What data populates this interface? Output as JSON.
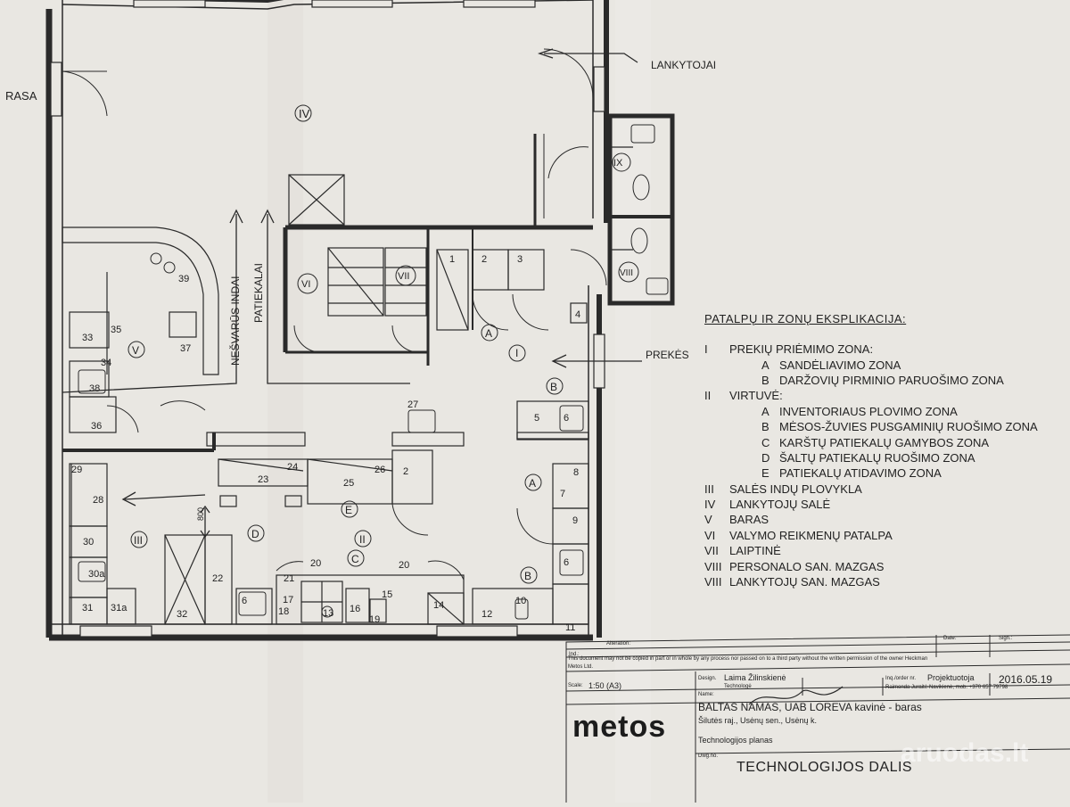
{
  "rooms": {
    "r4": "IV",
    "r5": "V",
    "r6": "VI",
    "r7": "VII",
    "r8": "VIII",
    "r9": "IX",
    "r1": "I",
    "r2": "II",
    "r3": "III"
  },
  "zones": {
    "A1": "A",
    "A2": "A",
    "B1": "B",
    "B2": "B",
    "C": "C",
    "D": "D",
    "E": "E"
  },
  "labels": {
    "rasa": "RASA",
    "lankytojai": "LANKYTOJAI",
    "prekes": "PREKĖS",
    "nesvarus_indai": "NEŠVARŪS INDAI",
    "patiekalai": "PATIEKALAI",
    "dim_800": "800"
  },
  "equipment": {
    "e1": "1",
    "e2": "2",
    "e3": "3",
    "e4": "4",
    "e5": "5",
    "e6a": "6",
    "e6b": "6",
    "e6c": "6",
    "e7": "7",
    "e8": "8",
    "e9": "9",
    "e10": "10",
    "e11": "11",
    "e12": "12",
    "e13": "13",
    "e14": "14",
    "e15": "15",
    "e16": "16",
    "e17": "17",
    "e18": "18",
    "e19": "19",
    "e20a": "20",
    "e20b": "20",
    "e21": "21",
    "e22": "22",
    "e23": "23",
    "e24": "24",
    "e25": "25",
    "e26": "26",
    "e27": "27",
    "e28": "28",
    "e29": "29",
    "e30": "30",
    "e30a": "30a",
    "e31": "31",
    "e31a": "31a",
    "e32": "32",
    "e33": "33",
    "e34": "34",
    "e35": "35",
    "e36": "36",
    "e37": "37",
    "e38": "38",
    "e39": "39",
    "e2b": "2"
  },
  "legend": {
    "title": "PATALPŲ IR ZONŲ EKSPLIKACIJA:",
    "rows": [
      {
        "num": "I",
        "sub": "",
        "text": "PREKIŲ PRIĖMIMO ZONA:"
      },
      {
        "num": "",
        "sub": "A",
        "text": "SANDĖLIAVIMO  ZONA"
      },
      {
        "num": "",
        "sub": "B",
        "text": "DARŽOVIŲ PIRMINIO PARUOŠIMO ZONA"
      },
      {
        "num": "II",
        "sub": "",
        "text": "VIRTUVĖ:"
      },
      {
        "num": "",
        "sub": "A",
        "text": "INVENTORIAUS PLOVIMO ZONA"
      },
      {
        "num": "",
        "sub": "B",
        "text": "MĖSOS-ŽUVIES PUSGAMINIŲ RUOŠIMO ZONA"
      },
      {
        "num": "",
        "sub": "C",
        "text": "KARŠTŲ PATIEKALŲ GAMYBOS ZONA"
      },
      {
        "num": "",
        "sub": "D",
        "text": "ŠALTŲ PATIEKALŲ RUOŠIMO  ZONA"
      },
      {
        "num": "",
        "sub": "E",
        "text": "PATIEKALŲ ATIDAVIMO ZONA"
      },
      {
        "num": "III",
        "sub": "",
        "text": "SALĖS INDŲ PLOVYKLA"
      },
      {
        "num": "IV",
        "sub": "",
        "text": "LANKYTOJŲ SALĖ"
      },
      {
        "num": "V",
        "sub": "",
        "text": "BARAS"
      },
      {
        "num": "VI",
        "sub": "",
        "text": "VALYMO REIKMENŲ PATALPA"
      },
      {
        "num": "VII",
        "sub": "",
        "text": "LAIPTINĖ"
      },
      {
        "num": "VIII",
        "sub": "",
        "text": "PERSONALO SAN. MAZGAS"
      },
      {
        "num": "VIII",
        "sub": "",
        "text": "LANKYTOJŲ SAN. MAZGAS"
      }
    ]
  },
  "title_block": {
    "ind": "Ind.:",
    "alteration": "Alteration:",
    "date_label": "Date:",
    "sign_label": "Sign.:",
    "notice": "This document may not be copied in part or in whole by any process nor passed on to a third party without the written permission of the owner Heckman",
    "owner": "Metos Ltd.",
    "scale_label": "Scale:",
    "scale_value": "1:50 (A3)",
    "design_label": "Design.",
    "designer": "Laima Žilinskienė",
    "designer_role": "Technologė",
    "inq_label": "Inq./order nr.",
    "inq_value": "Projektuotoja",
    "contact": "Raimonda Juraitė-Navikienė, mob. +370 657 79798",
    "date_value": "2016.05.19",
    "name_label": "Name:",
    "project_line1": "BALTAS NAMAS, UAB LOREVA kavinė - baras",
    "project_line2": "Šilutės raj., Usėnų sen., Usėnų k.",
    "project_line3": "Technologijos planas",
    "dwg_label": "Dwg.no.",
    "part_title": "TECHNOLOGIJOS DALIS",
    "logo": "metos",
    "watermark": "aruodas.lt"
  }
}
